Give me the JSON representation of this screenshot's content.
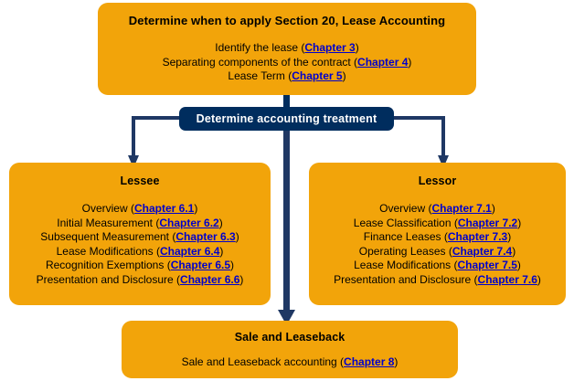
{
  "diagram": {
    "title": "Determine when to apply Section 20, Lease Accounting",
    "colors": {
      "box_fill": "#f2a40a",
      "accent_navy": "#002d5e",
      "link_blue": "#0000cc",
      "text": "#000000",
      "navy_text": "#ffffff"
    },
    "nodes": {
      "top": {
        "title": "Determine when to apply Section 20, Lease Accounting",
        "lines": [
          {
            "text": "Identify the lease (",
            "link": "Chapter 3",
            "suffix": ")"
          },
          {
            "text": "Separating components of the contract (",
            "link": "Chapter 4",
            "suffix": ")"
          },
          {
            "text": "Lease Term (",
            "link": "Chapter 5",
            "suffix": ")"
          }
        ]
      },
      "treatment": {
        "title": "Determine accounting treatment"
      },
      "lessee": {
        "title": "Lessee",
        "lines": [
          {
            "text": "Overview (",
            "link": "Chapter 6.1",
            "suffix": ")"
          },
          {
            "text": "Initial Measurement  (",
            "link": "Chapter 6.2",
            "suffix": ")"
          },
          {
            "text": "Subsequent Measurement (",
            "link": "Chapter 6.3",
            "suffix": ")"
          },
          {
            "text": "Lease Modifications (",
            "link": "Chapter 6.4",
            "suffix": ")"
          },
          {
            "text": "Recognition Exemptions (",
            "link": "Chapter 6.5",
            "suffix": ")"
          },
          {
            "text": "Presentation and Disclosure (",
            "link": "Chapter 6.6",
            "suffix": ")"
          }
        ]
      },
      "lessor": {
        "title": "Lessor",
        "lines": [
          {
            "text": "Overview (",
            "link": "Chapter 7.1",
            "suffix": ")"
          },
          {
            "text": "Lease Classification (",
            "link": "Chapter 7.2",
            "suffix": ")"
          },
          {
            "text": "Finance Leases (",
            "link": "Chapter 7.3",
            "suffix": ")"
          },
          {
            "text": "Operating Leases (",
            "link": "Chapter 7.4",
            "suffix": ")"
          },
          {
            "text": "Lease Modifications (",
            "link": "Chapter 7.5",
            "suffix": ")"
          },
          {
            "text": "Presentation and Disclosure (",
            "link": "Chapter 7.6",
            "suffix": ")"
          }
        ]
      },
      "saleleaseback": {
        "title": "Sale and Leaseback",
        "lines": [
          {
            "text": "Sale and Leaseback accounting (",
            "link": "Chapter 8",
            "suffix": ")"
          }
        ]
      }
    },
    "connectors": [
      {
        "name": "top-to-treatment",
        "kind": "vertical-line"
      },
      {
        "name": "treatment-to-lessee",
        "kind": "elbow-arrow-left"
      },
      {
        "name": "treatment-to-lessor",
        "kind": "elbow-arrow-right"
      },
      {
        "name": "treatment-to-saleleaseback",
        "kind": "vertical-arrow-down"
      }
    ]
  }
}
